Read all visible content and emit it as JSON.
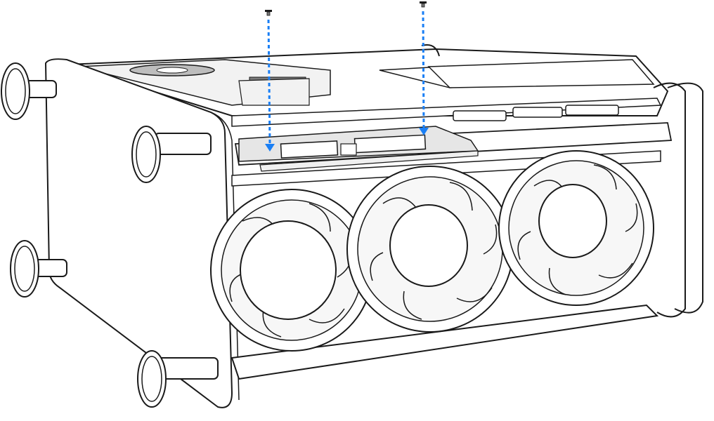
{
  "figure": {
    "subject": "tower-chassis-fan-assembly",
    "colors": {
      "line": "#1a1a1a",
      "face": "#ffffff",
      "shade": "#e6e6e6",
      "dark": "#7a7a7a",
      "arrow": "#1a7ff5"
    },
    "callouts": [
      {
        "name": "screw-left-icon",
        "meaning": "screw"
      },
      {
        "name": "screw-right-icon",
        "meaning": "screw"
      }
    ]
  }
}
